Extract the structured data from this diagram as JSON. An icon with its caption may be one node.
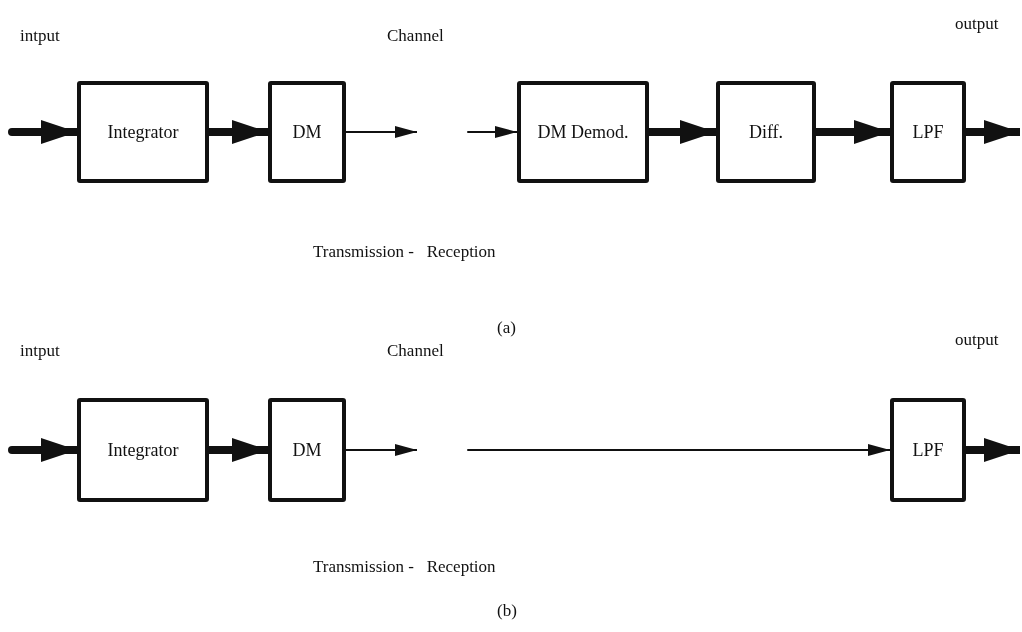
{
  "diagram": {
    "nodes": [
      {
        "text": [
          "Integrator"
        ]
      },
      {
        "text": [
          "DM"
        ]
      },
      {
        "text": [
          "DM Demod."
        ]
      },
      {
        "text": [
          "Diff."
        ]
      },
      {
        "text": [
          "LPF"
        ]
      },
      {
        "text": [
          "Integrator"
        ]
      },
      {
        "text": [
          "DM"
        ]
      },
      {
        "text": [
          "LPF"
        ]
      }
    ],
    "edges": [
      {
        "from": null,
        "to": 0,
        "arrow": "to"
      },
      {
        "from": 0,
        "to": 1,
        "arrow": "to"
      },
      {
        "from": 1,
        "to": null,
        "arrow": "to"
      },
      {
        "from": null,
        "to": 2,
        "arrow": "to"
      },
      {
        "from": 2,
        "to": 3,
        "arrow": "to"
      },
      {
        "from": 3,
        "to": 4,
        "arrow": "to"
      },
      {
        "from": 4,
        "to": null,
        "arrow": "to"
      },
      {
        "from": null,
        "to": 5,
        "arrow": "to"
      },
      {
        "from": 5,
        "to": 6,
        "arrow": "to"
      },
      {
        "from": 6,
        "to": null,
        "arrow": "to"
      },
      {
        "from": null,
        "to": 7,
        "arrow": "to"
      },
      {
        "from": 7,
        "to": null,
        "arrow": "to"
      }
    ],
    "labels": [
      "intput",
      "Channel",
      "output",
      "Transmission -   Reception",
      "(a)",
      "intput",
      "Channel",
      "output",
      "Transmission -   Reception",
      "(b)"
    ]
  }
}
